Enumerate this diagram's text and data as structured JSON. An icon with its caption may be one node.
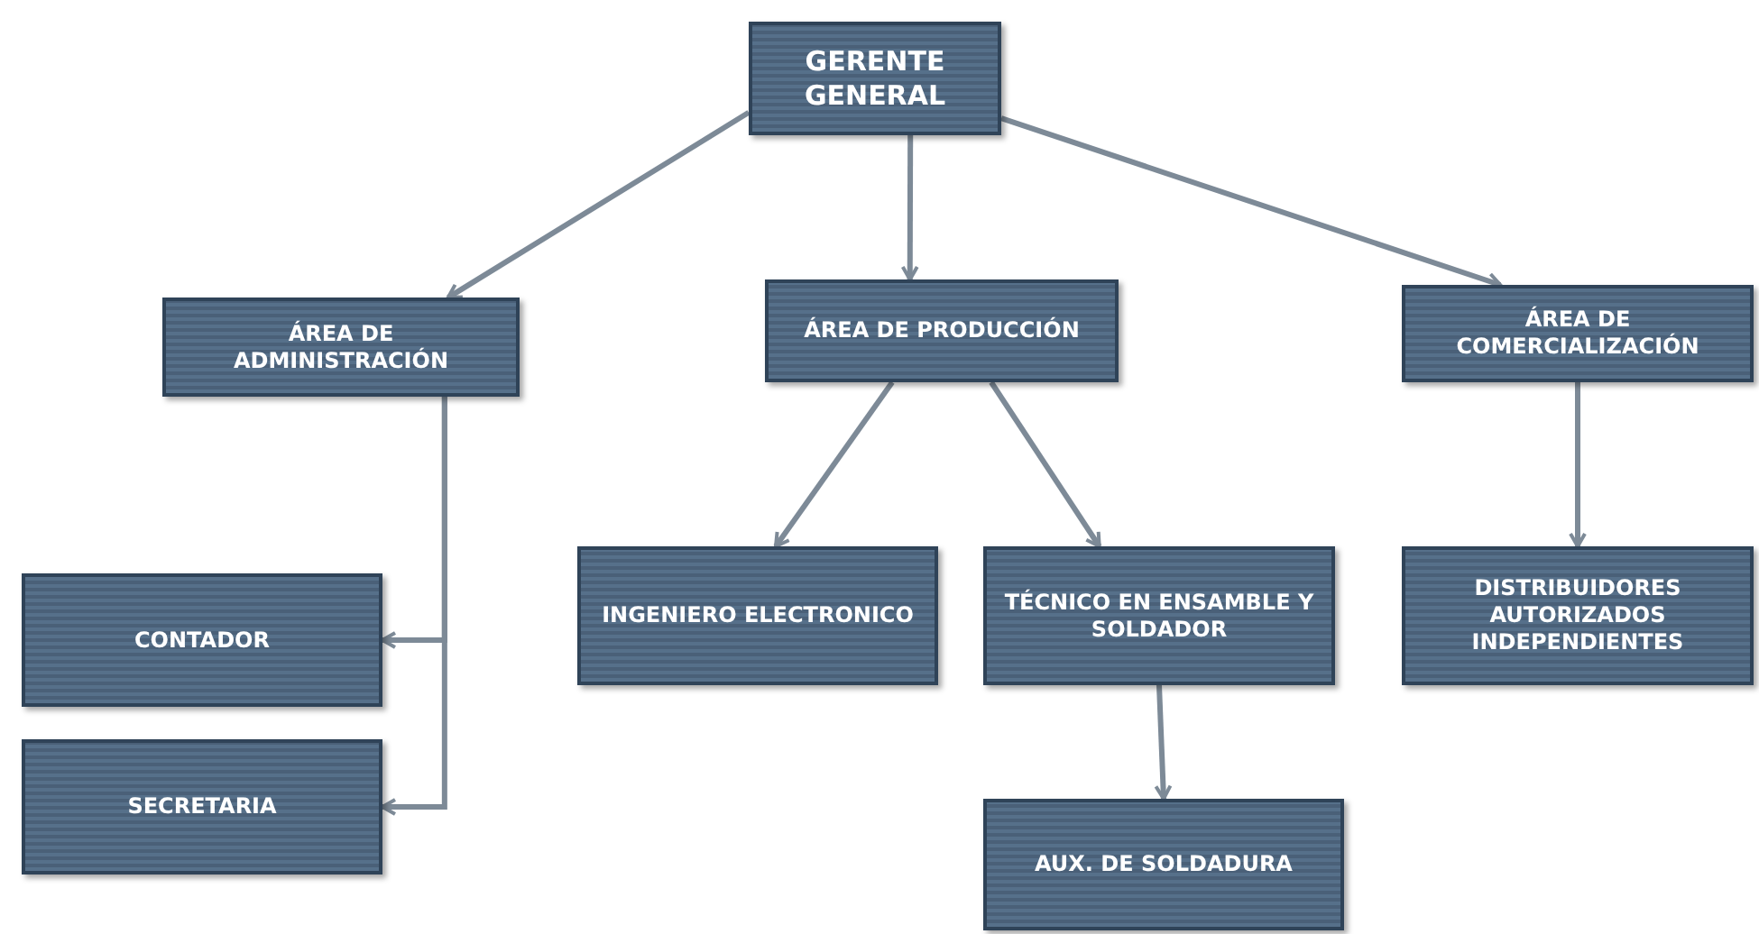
{
  "diagram": {
    "nodes": [
      {
        "text": [
          "GERENTE GENERAL"
        ]
      },
      {
        "text": [
          "ÁREA DE ADMINISTRACIÓN"
        ]
      },
      {
        "text": [
          "ÁREA DE PRODUCCIÓN"
        ]
      },
      {
        "text": [
          "ÁREA DE COMERCIALIZACIÓN"
        ]
      },
      {
        "text": [
          "CONTADOR"
        ]
      },
      {
        "text": [
          "SECRETARIA"
        ]
      },
      {
        "text": [
          "INGENIERO ELECTRONICO"
        ]
      },
      {
        "text": [
          "TÉCNICO EN ENSAMBLE Y SOLDADOR"
        ]
      },
      {
        "text": [
          "DISTRIBUIDORES AUTORIZADOS INDEPENDIENTES"
        ]
      },
      {
        "text": [
          "AUX. DE SOLDADURA"
        ]
      }
    ],
    "edges": [
      {
        "from": 0,
        "to": 1,
        "arrow": "to"
      },
      {
        "from": 0,
        "to": 2,
        "arrow": "to"
      },
      {
        "from": 0,
        "to": 3,
        "arrow": "to"
      },
      {
        "from": 1,
        "to": 4,
        "arrow": "to"
      },
      {
        "from": 1,
        "to": 5,
        "arrow": "to"
      },
      {
        "from": 2,
        "to": 6,
        "arrow": "to"
      },
      {
        "from": 2,
        "to": 7,
        "arrow": "to"
      },
      {
        "from": 3,
        "to": 8,
        "arrow": "to"
      },
      {
        "from": 7,
        "to": 9,
        "arrow": "to"
      }
    ]
  }
}
